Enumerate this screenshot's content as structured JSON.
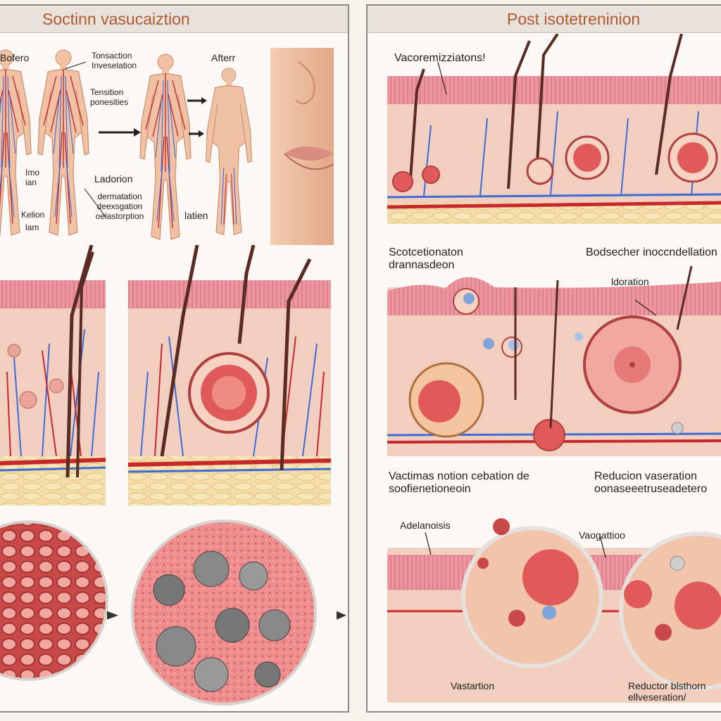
{
  "left_panel": {
    "title": "Soctinn vasucaiztion",
    "labels": {
      "before": "Bofero",
      "after": "Afterr",
      "tenstation": "Tonsaction Inveselation",
      "tensition": "Tensition ponesities",
      "imo": "Imo ian",
      "keton": "Kelion",
      "lan": "lam",
      "laderion": "Ladorion",
      "dermatation": "dermatation deexsgation oelastorption",
      "lation": "latien"
    }
  },
  "right_panel": {
    "title": "Post isotetreninion",
    "labels": {
      "vacorem": "Vacoremizziatons!",
      "scotcet": "Scotcetionaton drannasdeon",
      "bodsecher": "Bodsecher inoccndellation",
      "ldoration": "ldoration",
      "vactimas": "Vactimas notion cebation de soofienetioneoin",
      "reducion": "Reducion vaseration oonaseeetruseadetero",
      "adelanoisis": "Adelanoisis",
      "vaogattioo": "Vaogattioo",
      "vastartion": "Vastartion",
      "reductor": "Reductor blsthorn ellveseration/"
    }
  },
  "colors": {
    "header_text": "#b2582f",
    "skin": "#f2c9ab",
    "dermis": "#f0cdbc",
    "epidermis": "#e9808e",
    "artery": "#c8272c",
    "vein": "#3f6bd6",
    "hair": "#5a2b22",
    "fat": "#f1d89e"
  },
  "icons": [
    "arrow-right-icon",
    "human-figure-icon",
    "hair-follicle-icon",
    "cell-icon"
  ]
}
